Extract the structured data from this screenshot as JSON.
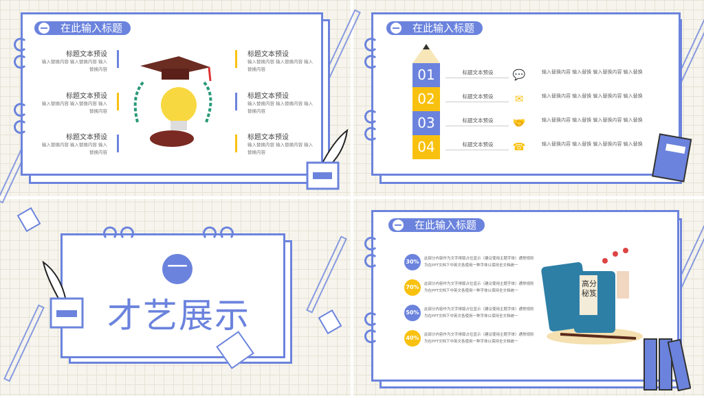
{
  "colors": {
    "blue": "#6b83dd",
    "yellow": "#f9c10f"
  },
  "slide1": {
    "title": "在此输入标题",
    "items": [
      {
        "heading": "标题文本预设",
        "body": "输入替换内容 输入替换内容 输入替换内容"
      },
      {
        "heading": "标题文本预设",
        "body": "输入替换内容 输入替换内容 输入替换内容"
      },
      {
        "heading": "标题文本预设",
        "body": "输入替换内容 输入替换内容 输入替换内容"
      },
      {
        "heading": "标题文本预设",
        "body": "输入替换内容 输入替换内容 输入替换内容"
      },
      {
        "heading": "标题文本预设",
        "body": "输入替换内容 输入替换内容 输入替换内容"
      },
      {
        "heading": "标题文本预设",
        "body": "输入替换内容 输入替换内容 输入替换内容"
      }
    ]
  },
  "slide2": {
    "title": "在此输入标题",
    "steps": [
      {
        "num": "01",
        "label": "标题文本预设",
        "icon": "chat-bubble-icon",
        "text": "输入替换内容 输入替换 输入替换内容 输入替换"
      },
      {
        "num": "02",
        "label": "标题文本预设",
        "icon": "envelope-icon",
        "text": "输入替换内容 输入替换 输入替换内容 输入替换"
      },
      {
        "num": "03",
        "label": "标题文本预设",
        "icon": "handshake-icon",
        "text": "输入替换内容 输入替换 输入替换内容 输入替换"
      },
      {
        "num": "04",
        "label": "标题文本预设",
        "icon": "phone-24h-icon",
        "text": "输入替换内容 输入替换 输入替换内容 输入替换"
      }
    ]
  },
  "slide3": {
    "number": "一",
    "title": "才艺展示"
  },
  "slide4": {
    "title": "在此输入标题",
    "items": [
      {
        "pct": "30%",
        "text": "此部分内容作为文字排版占位显示（建议使用主题字体）通常规则为在PPT文档下中英文各使用一种字体以保持全文档统一"
      },
      {
        "pct": "70%",
        "text": "此部分内容作为文字排版占位显示（建议使用主题字体）通常规则为在PPT文档下中英文各使用一种字体以保持全文档统一"
      },
      {
        "pct": "50%",
        "text": "此部分内容作为文字排版占位显示（建议使用主题字体）通常规则为在PPT文档下中英文各使用一种字体以保持全文档统一"
      },
      {
        "pct": "40%",
        "text": "此部分内容作为文字排版占位显示（建议使用主题字体）通常规则为在PPT文档下中英文各使用一种字体以保持全文档统一"
      }
    ],
    "book_label": "高分秘笈"
  }
}
